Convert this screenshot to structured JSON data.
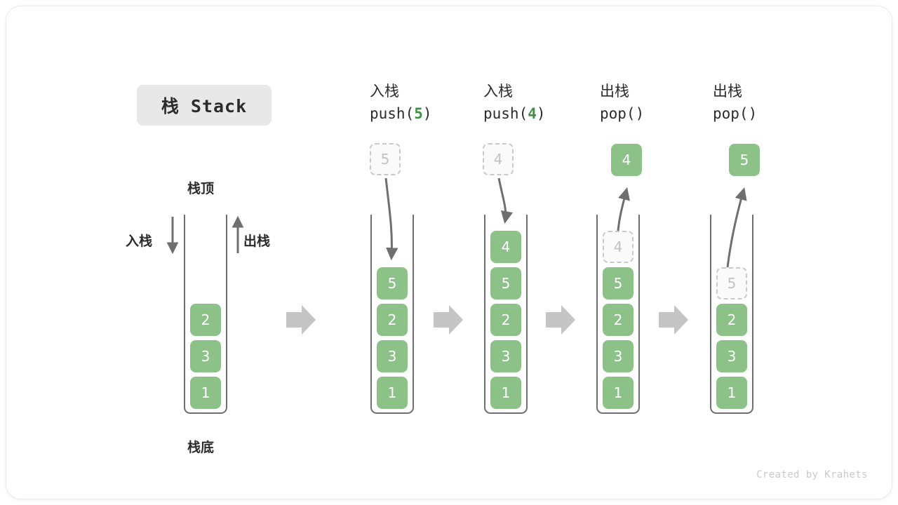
{
  "title_badge": {
    "text": "栈 Stack"
  },
  "labels": {
    "top": "栈顶",
    "bottom": "栈底",
    "push": "入栈",
    "pop": "出栈"
  },
  "colors": {
    "box_fill": "#8cc288",
    "box_text": "#ffffff",
    "ghost_border": "#c9c9c9",
    "ghost_text": "#c2c2c2",
    "arrow": "#6f6f6f",
    "flow_arrow": "#c4c4c4",
    "accent_green": "#3f9142",
    "badge_bg": "#e8e8e8",
    "text": "#2b2b2b"
  },
  "columns": [
    {
      "id": "initial",
      "header_line1": "",
      "header_line2": "",
      "stack": [
        "2",
        "3",
        "1"
      ],
      "ghost_in_tube": null,
      "external_box": null,
      "external_box_style": null
    },
    {
      "id": "push-5",
      "header_line1": "入栈",
      "header_line2_pre": "push(",
      "header_line2_arg": "5",
      "header_line2_post": ")",
      "stack": [
        "5",
        "2",
        "3",
        "1"
      ],
      "ghost_in_tube": null,
      "external_box": "5",
      "external_box_style": "ghost",
      "motion": "down"
    },
    {
      "id": "push-4",
      "header_line1": "入栈",
      "header_line2_pre": "push(",
      "header_line2_arg": "4",
      "header_line2_post": ")",
      "stack": [
        "4",
        "5",
        "2",
        "3",
        "1"
      ],
      "ghost_in_tube": null,
      "external_box": "4",
      "external_box_style": "ghost",
      "motion": "down"
    },
    {
      "id": "pop-1",
      "header_line1": "出栈",
      "header_line2_pre": "pop(",
      "header_line2_arg": "",
      "header_line2_post": ")",
      "stack": [
        "5",
        "2",
        "3",
        "1"
      ],
      "ghost_in_tube": "4",
      "external_box": "4",
      "external_box_style": "solid",
      "motion": "up"
    },
    {
      "id": "pop-2",
      "header_line1": "出栈",
      "header_line2_pre": "pop(",
      "header_line2_arg": "",
      "header_line2_post": ")",
      "stack": [
        "2",
        "3",
        "1"
      ],
      "ghost_in_tube": "5",
      "external_box": "5",
      "external_box_style": "solid",
      "motion": "up"
    }
  ],
  "credit": "Created by Krahets"
}
